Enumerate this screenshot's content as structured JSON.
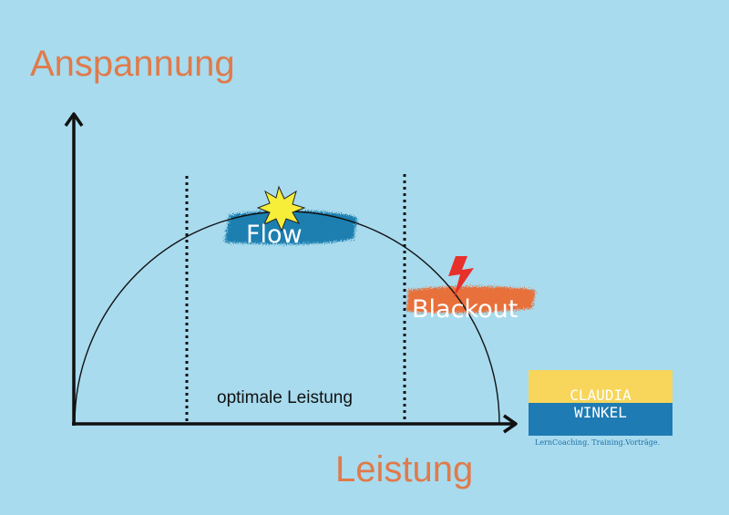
{
  "labels": {
    "y_axis": "Anspannung",
    "x_axis": "Leistung",
    "zone": "optimale Leistung",
    "flow": "Flow",
    "blackout": "Blackout"
  },
  "logo": {
    "line1": "CLAUDIA",
    "line2": "WINKEL",
    "tagline": "LernCoaching. Training.Vorträge."
  },
  "colors": {
    "background": "#a8dbee",
    "axis_label": "#e07a4a",
    "flow_brush": "#1f7fb0",
    "blackout_brush": "#e8703a",
    "lightning": "#e8302a",
    "star": "#f7ee3a",
    "logo_yellow": "#f7d65b",
    "logo_blue": "#1f7bb3"
  },
  "icons": {
    "flow": "starburst-icon",
    "blackout": "lightning-icon"
  }
}
